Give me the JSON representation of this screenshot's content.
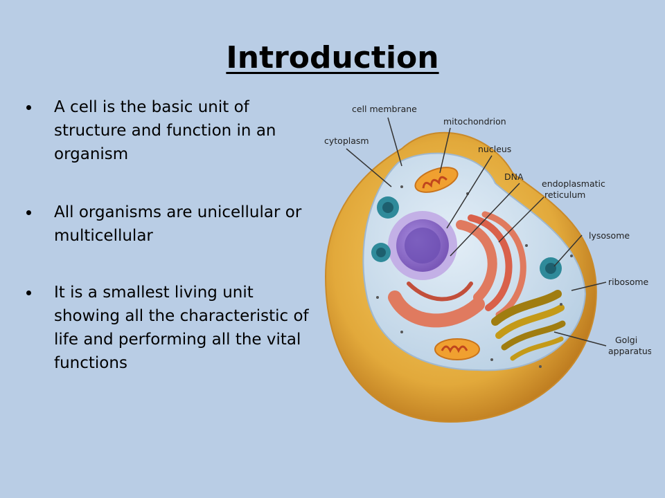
{
  "slide": {
    "title": "Introduction",
    "bullets": [
      "A cell is the basic unit of structure and function in an organism",
      "All organisms are unicellular or multicellular",
      "It is a smallest living unit showing all the characteristic of life and performing all the vital functions"
    ]
  },
  "diagram": {
    "labels": {
      "cell_membrane": "cell membrane",
      "mitochondrion": "mitochondrion",
      "cytoplasm": "cytoplasm",
      "nucleus": "nucleus",
      "dna": "DNA",
      "er_line1": "endoplasmatic",
      "er_line2": "reticulum",
      "lysosome": "lysosome",
      "ribosome": "ribosome",
      "golgi_line1": "Golgi",
      "golgi_line2": "apparatus"
    }
  },
  "colors": {
    "background": "#b9cde5",
    "membrane": "#e2a93b",
    "cytoplasm": "#c9dcec",
    "nucleus": "#8d6cc7",
    "er": "#dd6b52",
    "mitochondrion": "#f0a030",
    "golgi": "#a07d10",
    "lysosome": "#2f8a9a"
  }
}
